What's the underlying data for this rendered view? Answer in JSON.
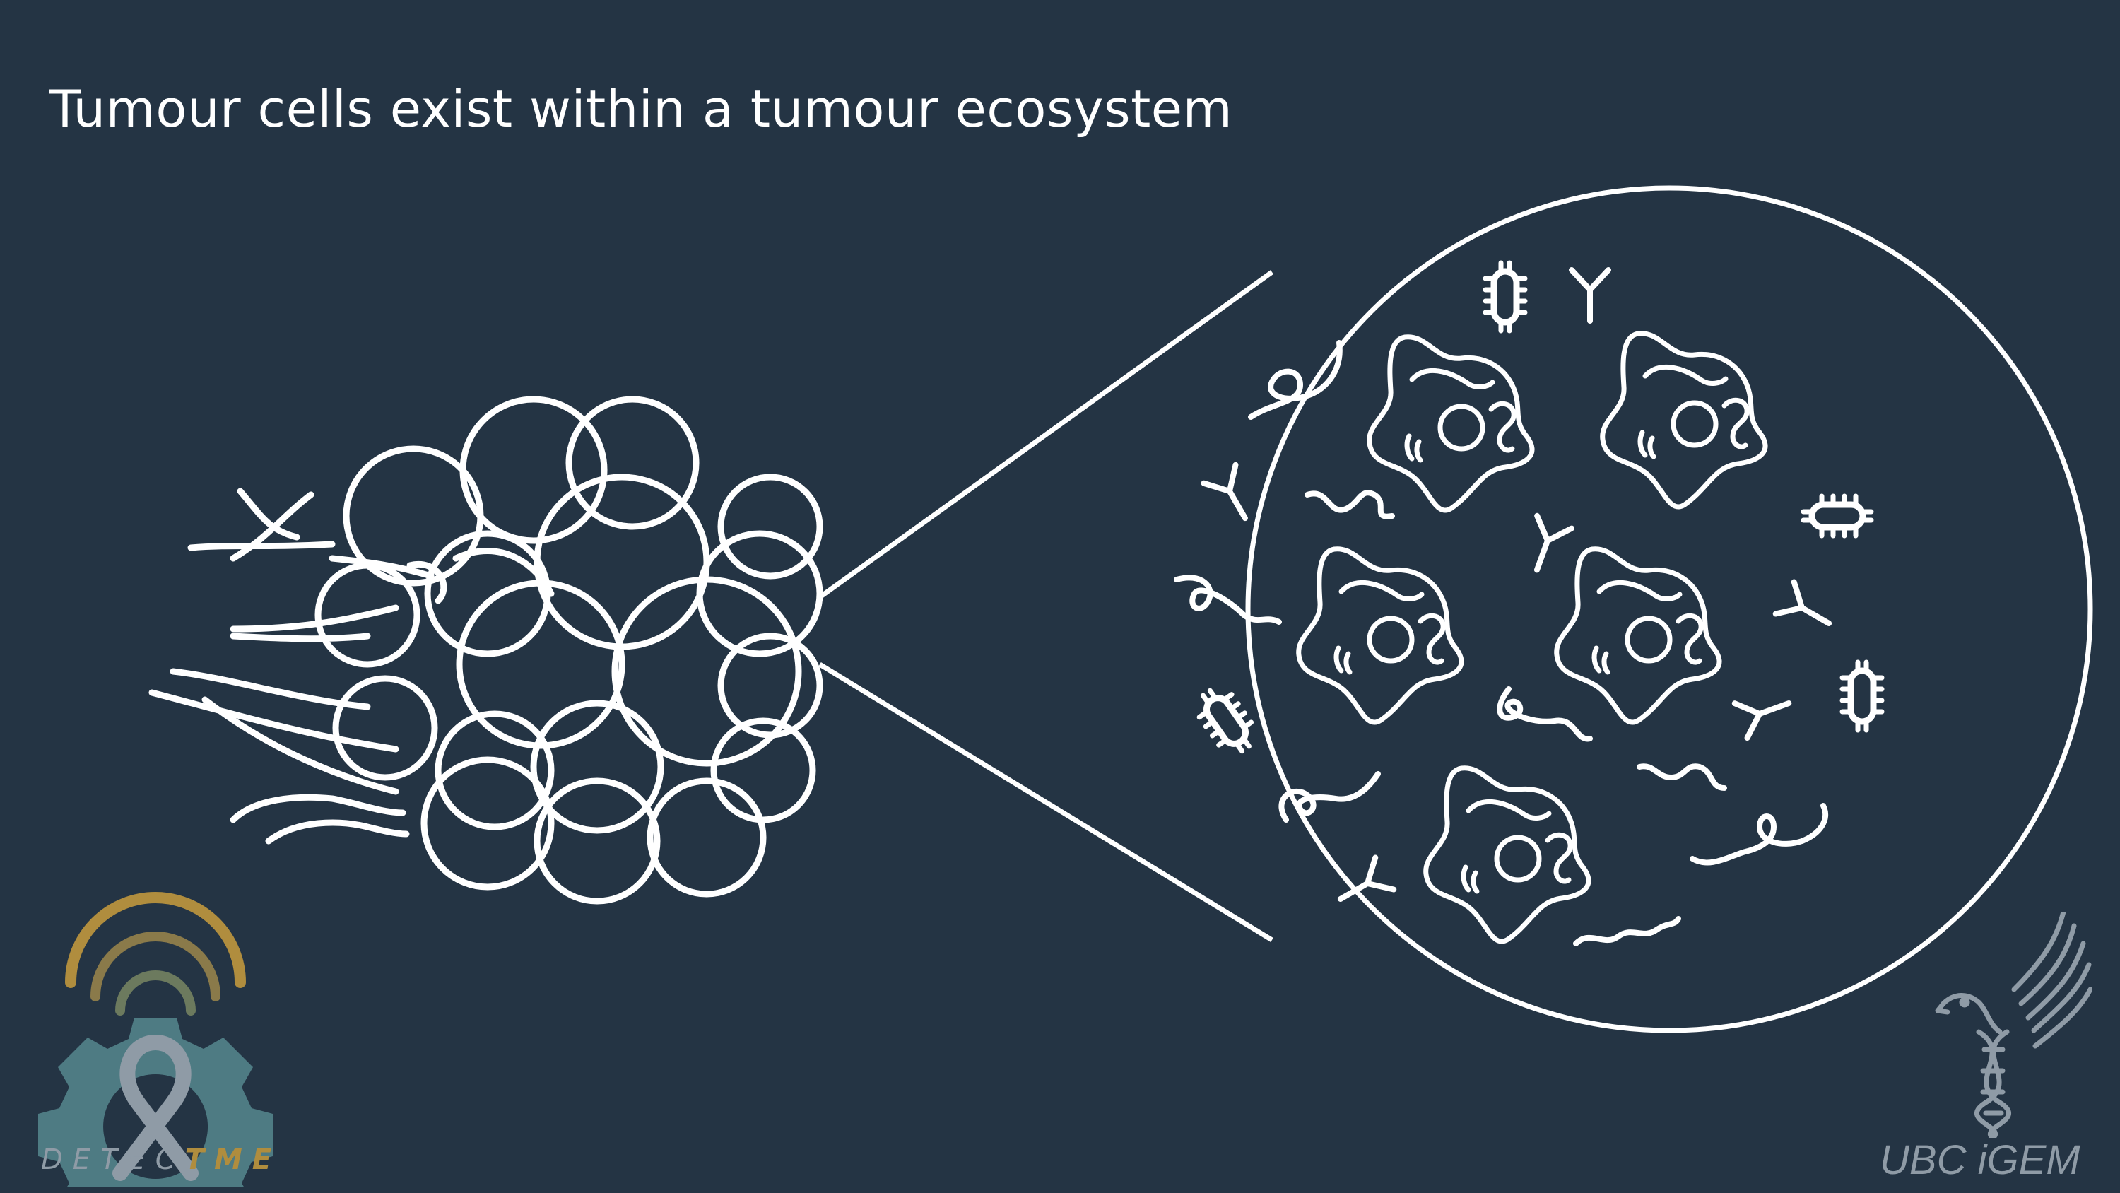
{
  "slide": {
    "title": "Tumour cells exist within a tumour ecosystem"
  },
  "colors": {
    "background": "#243444",
    "line": "#ffffff",
    "logo_gold": "#b08d3e",
    "logo_teal": "#4e7b83",
    "logo_gray": "#8f9ba6"
  },
  "diagram": {
    "left_figure": "tumour-cluster",
    "right_figure": "magnified-tumour-microenvironment",
    "contents": [
      "tumour-cells",
      "bacteria",
      "antibodies",
      "dna-strands"
    ]
  },
  "logos": {
    "left": {
      "prefix": "DETEC",
      "suffix": "TME",
      "icons": [
        "wifi-signal-icon",
        "gear-icon",
        "awareness-ribbon-icon"
      ]
    },
    "right": {
      "text": "UBC iGEM",
      "icons": [
        "eagle-icon",
        "dna-helix-icon"
      ]
    }
  }
}
